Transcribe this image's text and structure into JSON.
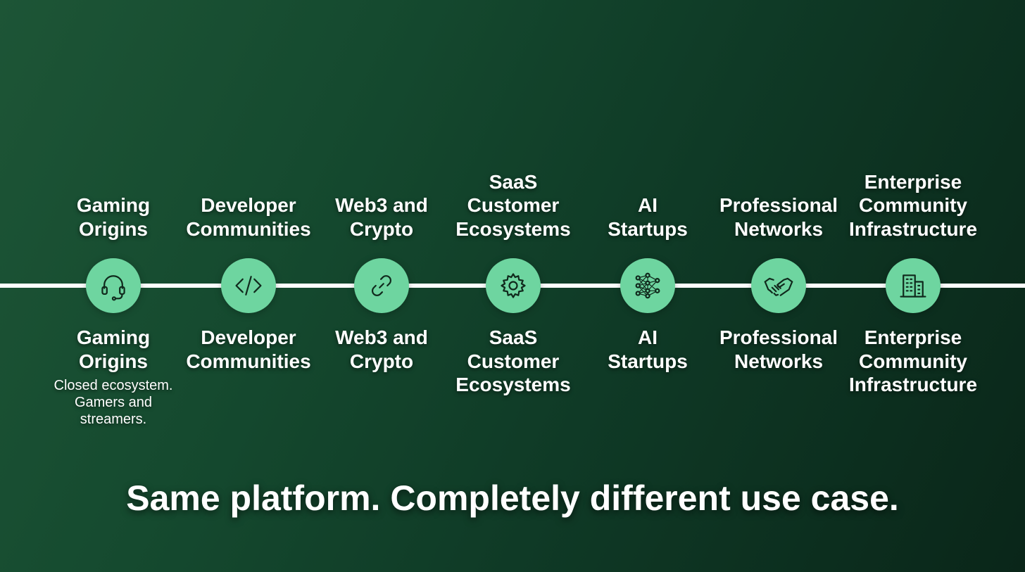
{
  "stages": [
    {
      "top_lines": [
        "Gaming",
        "Origins"
      ],
      "bottom_lines": [
        "Gaming",
        "Origins"
      ],
      "desc_lines": [
        "Closed ecosystem.",
        "Gamers and",
        "streamers."
      ],
      "icon": "headset-icon"
    },
    {
      "top_lines": [
        "Developer",
        "Communities"
      ],
      "bottom_lines": [
        "Developer",
        "Communities"
      ],
      "icon": "code-icon"
    },
    {
      "top_lines": [
        "Web3 and",
        "Crypto"
      ],
      "bottom_lines": [
        "Web3 and",
        "Crypto"
      ],
      "icon": "link-icon"
    },
    {
      "top_lines": [
        "SaaS",
        "Customer",
        "Ecosystems"
      ],
      "bottom_lines": [
        "SaaS",
        "Customer",
        "Ecosystems"
      ],
      "icon": "gear-icon"
    },
    {
      "top_lines": [
        "AI",
        "Startups"
      ],
      "bottom_lines": [
        "AI",
        "Startups"
      ],
      "icon": "neural-network-icon"
    },
    {
      "top_lines": [
        "Professional",
        "Networks"
      ],
      "bottom_lines": [
        "Professional",
        "Networks"
      ],
      "icon": "handshake-icon"
    },
    {
      "top_lines": [
        "Enterprise",
        "Community",
        "Infrastructure"
      ],
      "bottom_lines": [
        "Enterprise",
        "Community",
        "Infrastructure"
      ],
      "icon": "building-icon"
    }
  ],
  "tagline": "Same platform. Completely different use case.",
  "colors": {
    "node_fill": "#6ed5a0",
    "icon_stroke": "#10291c",
    "line": "#ffffff",
    "background_start": "#1d5536",
    "background_end": "#0a2619"
  }
}
